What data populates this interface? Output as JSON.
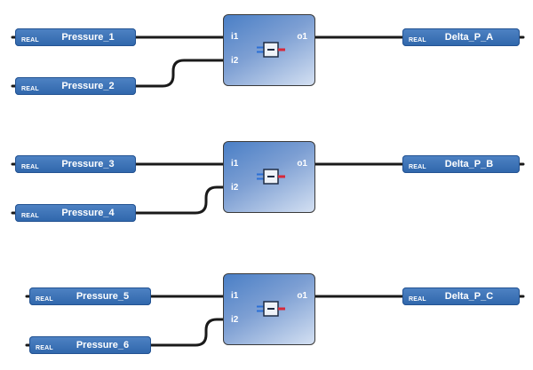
{
  "colors": {
    "wire": "#1a1a1a",
    "block_border": "#3a3a3a",
    "var_fill": "#3a70b6"
  },
  "networks": [
    {
      "inputs": [
        {
          "type": "REAL",
          "name": "Pressure_1"
        },
        {
          "type": "REAL",
          "name": "Pressure_2"
        }
      ],
      "block": {
        "in1": "i1",
        "in2": "i2",
        "out": "o1",
        "icon": "subtract-icon"
      },
      "output": {
        "type": "REAL",
        "name": "Delta_P_A"
      }
    },
    {
      "inputs": [
        {
          "type": "REAL",
          "name": "Pressure_3"
        },
        {
          "type": "REAL",
          "name": "Pressure_4"
        }
      ],
      "block": {
        "in1": "i1",
        "in2": "i2",
        "out": "o1",
        "icon": "subtract-icon"
      },
      "output": {
        "type": "REAL",
        "name": "Delta_P_B"
      }
    },
    {
      "inputs": [
        {
          "type": "REAL",
          "name": "Pressure_5"
        },
        {
          "type": "REAL",
          "name": "Pressure_6"
        }
      ],
      "block": {
        "in1": "i1",
        "in2": "i2",
        "out": "o1",
        "icon": "subtract-icon"
      },
      "output": {
        "type": "REAL",
        "name": "Delta_P_C"
      }
    }
  ]
}
